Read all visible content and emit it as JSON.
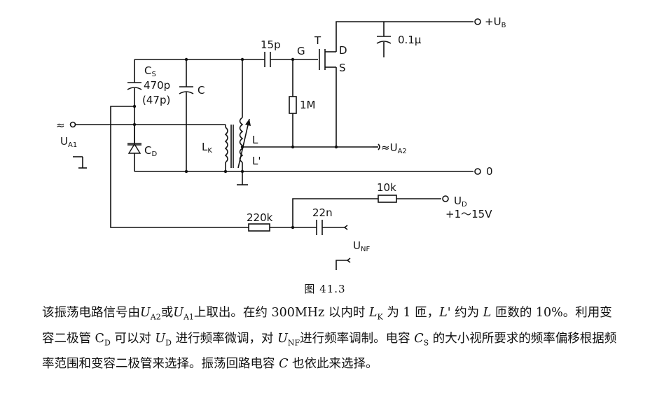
{
  "labels": {
    "ub": "+U",
    "ub_sub": "B",
    "cap_01u": "0.1μ",
    "cap_15p": "15p",
    "gate": "G",
    "transistor": "T",
    "drain": "D",
    "source": "S",
    "cs": "C",
    "cs_sub": "S",
    "cs_value": "470p",
    "cs_alt": "(47p)",
    "c": "C",
    "r_1m": "1M",
    "ua1_tilde": "≈",
    "ua1": "U",
    "ua1_sub": "A1",
    "cd": "C",
    "cd_sub": "D",
    "lk": "L",
    "lk_sub": "K",
    "l": "L",
    "lprime": "L'",
    "ua2_tilde": "≈",
    "ua2": "U",
    "ua2_sub": "A2",
    "zero": "0",
    "r_10k": "10k",
    "ud": "U",
    "ud_sub": "D",
    "ud_range": "+1～15V",
    "r_220k": "220k",
    "cap_22n": "22n",
    "unf": "U",
    "unf_sub": "NF"
  },
  "caption": "图 41.3",
  "paragraph": [
    {
      "t": "该振荡电路信号由"
    },
    {
      "t": "U",
      "i": true
    },
    {
      "sub": "A2"
    },
    {
      "t": "或"
    },
    {
      "t": "U",
      "i": true
    },
    {
      "sub": "A1"
    },
    {
      "t": "上取出。在约 300MHz 以内时 "
    },
    {
      "t": "L",
      "i": true
    },
    {
      "sub": "K"
    },
    {
      "t": " 为 1 匝，"
    },
    {
      "t": "L'",
      "i": true
    },
    {
      "t": " 约为 "
    },
    {
      "t": "L",
      "i": true
    },
    {
      "t": " 匝数的 10%。利用变容二极管 C"
    },
    {
      "sub": "D"
    },
    {
      "t": " 可以对 "
    },
    {
      "t": "U",
      "i": true
    },
    {
      "sub": "D"
    },
    {
      "t": " 进行频率微调，对 "
    },
    {
      "t": "U",
      "i": true
    },
    {
      "sub": "NF"
    },
    {
      "t": "进行频率调制。电容 "
    },
    {
      "t": "C",
      "i": true
    },
    {
      "sub": "S"
    },
    {
      "t": " 的大小视所要求的频率偏移根据频率范围和变容二极管来选择。振荡回路电容 "
    },
    {
      "t": "C",
      "i": true
    },
    {
      "t": " 也依此来选择。"
    }
  ]
}
